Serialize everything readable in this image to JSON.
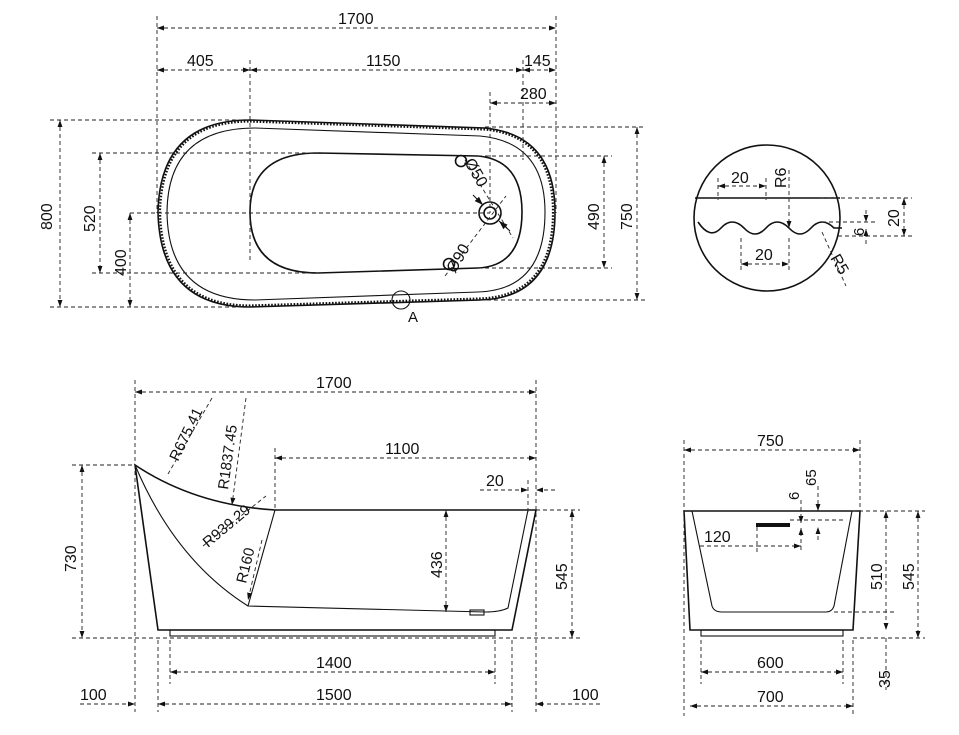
{
  "top_view": {
    "overall_length": "1700",
    "seg_left": "405",
    "seg_mid": "1150",
    "seg_right": "145",
    "drain_offset": "280",
    "overall_width": "800",
    "inner_width_left": "520",
    "floor_width": "400",
    "inner_width_right": "490",
    "outer_width_right": "750",
    "drain_dia": "Ø50",
    "overflow_dia": "Ø90",
    "detail_callout": "A"
  },
  "detail": {
    "pitch_top": "20",
    "radius_top": "R6",
    "height": "20",
    "depth": "6",
    "pitch_bottom": "20",
    "radius_bottom": "R5"
  },
  "side_view": {
    "overall_length": "1700",
    "radius_1": "R675.41",
    "radius_2": "R1837.45",
    "inner_length": "1100",
    "rim_thickness": "20",
    "radius_3": "R939.29",
    "radius_4": "R160",
    "total_height": "730",
    "inner_depth": "436",
    "rim_height": "545",
    "base_inner": "1400",
    "base_outer": "1500",
    "margin_left": "100",
    "margin_right": "100"
  },
  "end_view": {
    "overall_width": "750",
    "overflow_height": "65",
    "overflow_dim": "6",
    "overflow_offset": "120",
    "inner_height": "510",
    "rim_height": "545",
    "base_inner": "600",
    "base_height": "35",
    "base_outer": "700"
  }
}
